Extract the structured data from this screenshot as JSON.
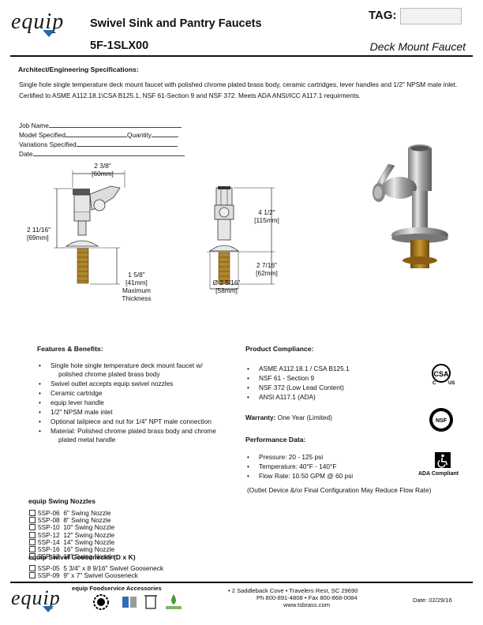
{
  "header": {
    "brand": "equip",
    "title": "Swivel Sink and Pantry Faucets",
    "model": "5F-1SLX00",
    "subtitle": "Deck Mount Faucet",
    "tag_label": "TAG:"
  },
  "specs": {
    "heading": "Architect/Engineering Specifications:",
    "text": "Single hole single temperature deck mount faucet with polished chrome plated brass body, ceramic cartridges, lever handles and 1/2\" NPSM male inlet.  Certified to ASME A112.18.1\\CSA B125.1, NSF 61-Section 9 and NSF 372.  Meets ADA ANSI/ICC A117.1 requirments."
  },
  "job_form": {
    "job_name": "Job Name",
    "model_specified": "Model Specified",
    "quantity": "Quantity",
    "variations": "Variations Specified",
    "date": "Date"
  },
  "dimensions": {
    "width_in": "2 3/8\"",
    "width_mm": "60mm",
    "height_in": "2 11/16\"",
    "height_mm": "69mm",
    "max_thickness_in": "1 5/8\"",
    "max_thickness_mm": "41mm",
    "max_thickness_label_1": "Maximum",
    "max_thickness_label_2": "Thickness",
    "spout_height_in": "4 1/2\"",
    "spout_height_mm": "115mm",
    "shank_in": "2 7/16\"",
    "shank_mm": "62mm",
    "flange_in": "Ø 2 5/16\"",
    "flange_mm": "58mm"
  },
  "features": {
    "heading": "Features & Benefits:",
    "items": [
      {
        "line1": "Single hole single temperature deck mount faucet w/",
        "line2": "polished chrome plated brass body"
      },
      {
        "line1": "Swivel outlet accepts equip swivel nozzles",
        "line2": ""
      },
      {
        "line1": "Ceramic cartridge",
        "line2": ""
      },
      {
        "line1": "equip lever handle",
        "line2": ""
      },
      {
        "line1": "1/2\" NPSM male inlet",
        "line2": ""
      },
      {
        "line1": "Optional tailpiece and nut for 1/4\" NPT male connection",
        "line2": ""
      },
      {
        "line1": "Material: Polished chrome plated brass body and chrome",
        "line2": "plated metal handle"
      }
    ]
  },
  "compliance": {
    "heading": "Product Compliance:",
    "items": [
      "ASME A112.18.1 / CSA B125.1",
      "NSF 61 - Section 9",
      "NSF 372 (Low Lead Content)",
      "ANSI A117.1 (ADA)"
    ],
    "warranty_label": "Warranty:",
    "warranty_value": "One Year (Limited)",
    "ada_label": "ADA Compliant",
    "csa_mark": "CSA",
    "nsf_mark": "NSF"
  },
  "performance": {
    "heading": "Performance Data:",
    "items": [
      "Pressure: 20 - 125 psi",
      "Temperature: 40°F - 140°F",
      "Flow Rate: 10.50 GPM @ 60 psi"
    ],
    "note": "(Outlet Device &/or Final Configuration May Reduce Flow Rate)"
  },
  "swing_nozzles": {
    "heading": "equip Swing Nozzles",
    "items": [
      {
        "code": "5SP-06",
        "desc": "6\" Swing Nozzle"
      },
      {
        "code": "5SP-08",
        "desc": "8\" Swing Nozzle"
      },
      {
        "code": "5SP-10",
        "desc": "10\" Swing Nozzle"
      },
      {
        "code": "5SP-12",
        "desc": "12\" Swing Nozzle"
      },
      {
        "code": "5SP-14",
        "desc": "14\" Swing Nozzle"
      },
      {
        "code": "5SP-16",
        "desc": "16\" Swing Nozzle"
      },
      {
        "code": "5SP-18",
        "desc": "18\" Swing Nozzle"
      }
    ]
  },
  "goosenecks": {
    "heading": "equip Swivel Goosenecks (D x K)",
    "items": [
      {
        "code": "5SP-05",
        "desc": "5 3/4\" x 8 9/16\" Swivel Gooseneck"
      },
      {
        "code": "5SP-09",
        "desc": "9\" x 7\" Swivel Gooseneck"
      }
    ]
  },
  "footer": {
    "brand": "equip",
    "accessories": "equip Foodservice Accessories",
    "address": "• 2 Saddleback Cove • Travelers Rest, SC 29690",
    "phone": "Ph 800-891-4808 • Fax 800-868-0084",
    "web": "www.tsbrass.com",
    "date": "Date: 02/29/16"
  }
}
